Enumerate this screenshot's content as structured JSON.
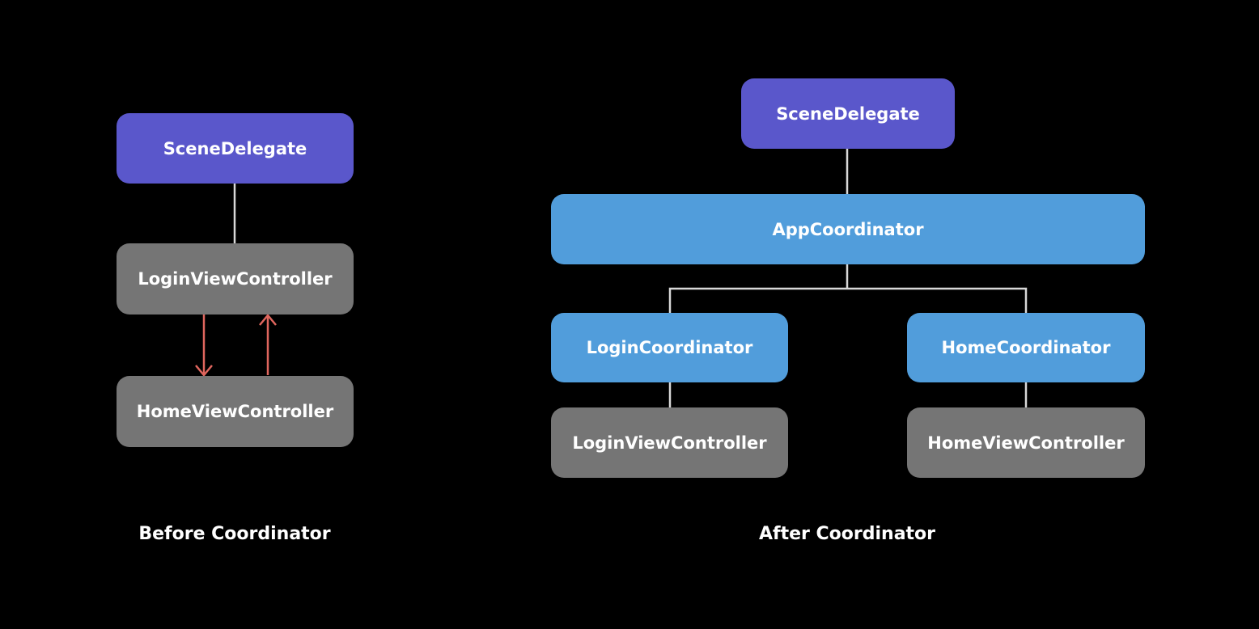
{
  "before": {
    "scene_delegate": "SceneDelegate",
    "login_vc": "LoginViewController",
    "home_vc": "HomeViewController",
    "caption": "Before Coordinator"
  },
  "after": {
    "scene_delegate": "SceneDelegate",
    "app_coordinator": "AppCoordinator",
    "login_coordinator": "LoginCoordinator",
    "home_coordinator": "HomeCoordinator",
    "login_vc": "LoginViewController",
    "home_vc": "HomeViewController",
    "caption": "After Coordinator"
  },
  "colors": {
    "background": "#000000",
    "scene_delegate": "#5a57cb",
    "coordinator": "#519ddb",
    "view_controller": "#757575",
    "connector": "#d8d8d8",
    "arrow": "#e0665e"
  }
}
